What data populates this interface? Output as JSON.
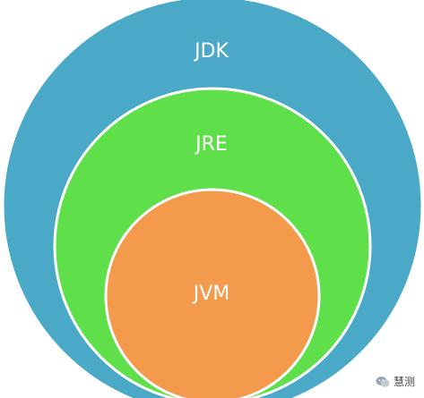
{
  "diagram": {
    "outer_label": "JDK",
    "middle_label": "JRE",
    "inner_label": "JVM",
    "colors": {
      "outer": "#4aa9c6",
      "middle": "#5fe04a",
      "inner": "#f39a4c",
      "stroke": "#ffffff"
    }
  },
  "watermark": {
    "left_text": "",
    "right_text": "慧测"
  }
}
